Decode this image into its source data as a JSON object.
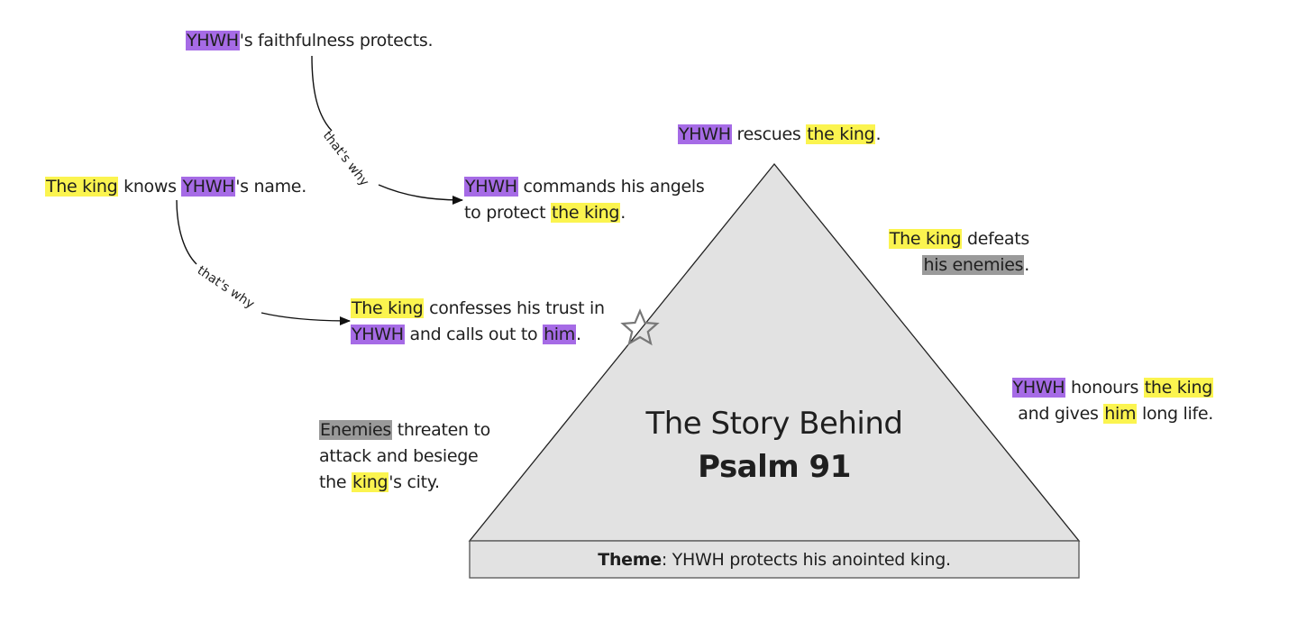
{
  "colors": {
    "yhwh": "#a66be6",
    "king": "#fbf44f",
    "enemies": "#9a9a9a",
    "triangle_fill": "#e2e2e2",
    "triangle_stroke": "#222222",
    "star_stroke": "#777777"
  },
  "title": {
    "line1": "The Story Behind",
    "line2": "Psalm 91"
  },
  "theme": {
    "label": "Theme",
    "text": ": YHWH protects his anointed king."
  },
  "connectors": [
    {
      "label": "that's why",
      "from": "faithfulness",
      "to": "angels"
    },
    {
      "label": "that's why",
      "from": "knows-name",
      "to": "confesses"
    }
  ],
  "notes": {
    "faithfulness": {
      "segments": [
        {
          "text": "YHWH",
          "hl": "yhwh"
        },
        {
          "text": "'s faithfulness protects."
        }
      ]
    },
    "angels": {
      "lines": [
        [
          {
            "text": "YHWH",
            "hl": "yhwh"
          },
          {
            "text": " commands his angels"
          }
        ],
        [
          {
            "text": "to protect "
          },
          {
            "text": "the king",
            "hl": "king"
          },
          {
            "text": "."
          }
        ]
      ]
    },
    "knows_name": {
      "segments": [
        {
          "text": "The king",
          "hl": "king"
        },
        {
          "text": " knows "
        },
        {
          "text": "YHWH",
          "hl": "yhwh"
        },
        {
          "text": "'s name."
        }
      ]
    },
    "confesses": {
      "lines": [
        [
          {
            "text": "The king",
            "hl": "king"
          },
          {
            "text": " confesses his trust in"
          }
        ],
        [
          {
            "text": "YHWH",
            "hl": "yhwh"
          },
          {
            "text": " and calls out to "
          },
          {
            "text": "him",
            "hl": "yhwh"
          },
          {
            "text": "."
          }
        ]
      ]
    },
    "rescues": {
      "segments": [
        {
          "text": "YHWH",
          "hl": "yhwh"
        },
        {
          "text": " rescues "
        },
        {
          "text": "the king",
          "hl": "king"
        },
        {
          "text": "."
        }
      ]
    },
    "defeats": {
      "lines": [
        [
          {
            "text": "The king",
            "hl": "king"
          },
          {
            "text": " defeats"
          }
        ],
        [
          {
            "text": "his enemies",
            "hl": "enemy"
          },
          {
            "text": "."
          }
        ]
      ]
    },
    "honours": {
      "lines": [
        [
          {
            "text": "YHWH",
            "hl": "yhwh"
          },
          {
            "text": " honours "
          },
          {
            "text": "the king",
            "hl": "king"
          }
        ],
        [
          {
            "text": "and gives "
          },
          {
            "text": "him",
            "hl": "king"
          },
          {
            "text": " long life."
          }
        ]
      ]
    },
    "enemies": {
      "lines": [
        [
          {
            "text": "Enemies",
            "hl": "enemy"
          },
          {
            "text": " threaten to"
          }
        ],
        [
          {
            "text": "attack and besiege"
          }
        ],
        [
          {
            "text": "the "
          },
          {
            "text": "king",
            "hl": "king"
          },
          {
            "text": "'s city."
          }
        ]
      ]
    }
  }
}
